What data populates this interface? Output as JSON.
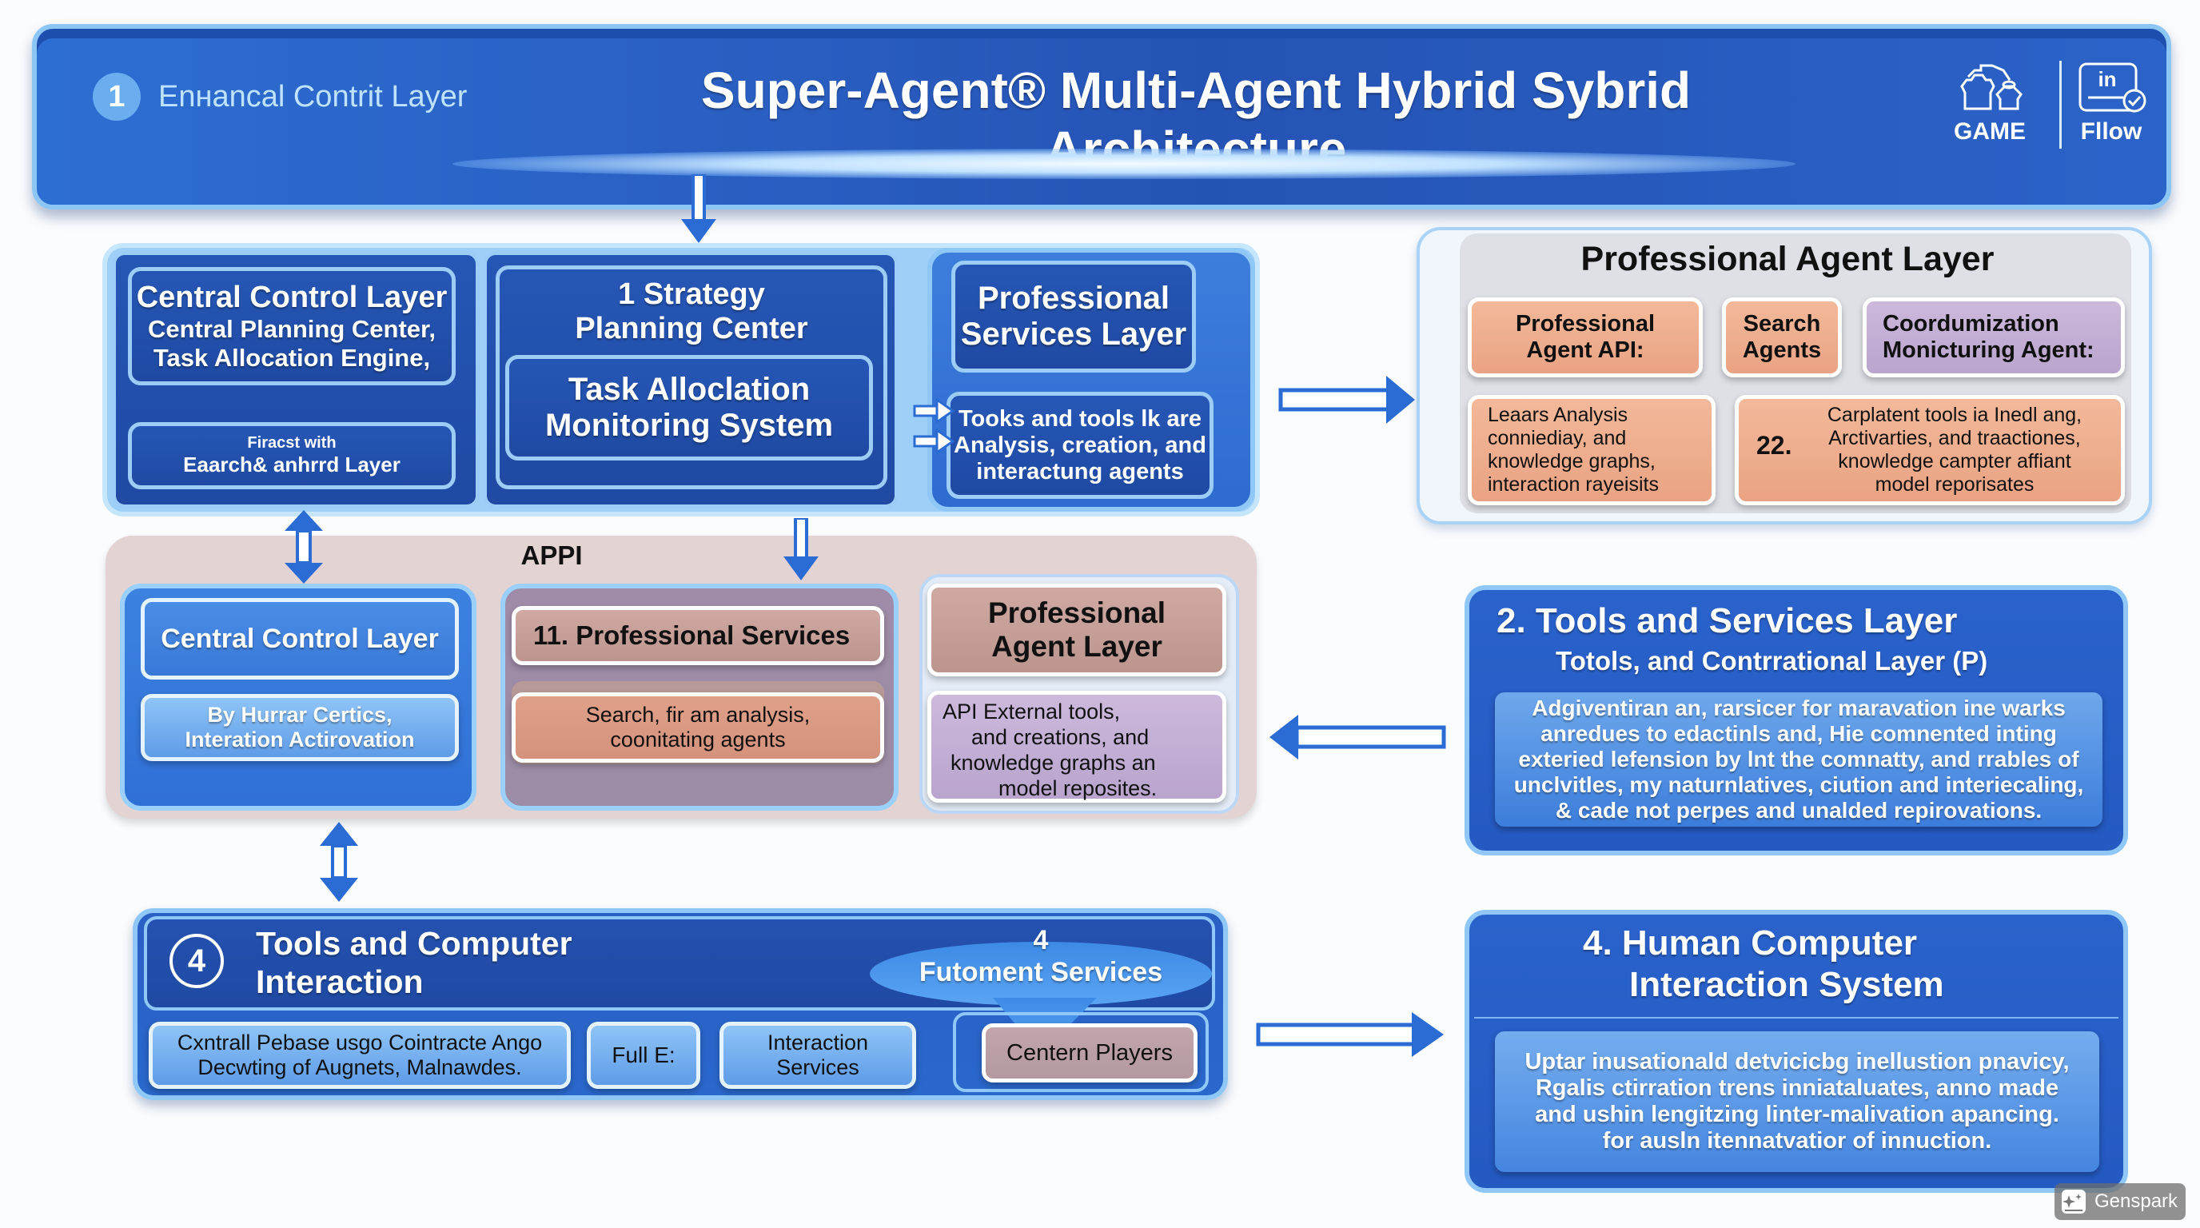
{
  "header": {
    "step_number": "1",
    "subtitle": "Enнancal Contrit Layer",
    "title": "Super-Agent® Multi-Agent Hybrid Sybrid Architecture",
    "icons": [
      {
        "name": "game-icon",
        "label": "GAME"
      },
      {
        "name": "linkedin-flow-icon",
        "glyph": "in",
        "label": "Fllow"
      }
    ]
  },
  "top_group": {
    "central_control": {
      "title": "Central Control Layer",
      "lines": [
        "Central Planning Center,",
        "Task Allocation Engine,"
      ],
      "sub_box": {
        "line1": "Firacst with",
        "line2": "Eaarch& anhrrd Layer"
      }
    },
    "strategy": {
      "title_line1": "1 Strategy",
      "title_line2": "Planning Center",
      "inner": {
        "line1": "Task Alloclation",
        "line2": "Monitoring System"
      }
    },
    "professional_services": {
      "title_line1": "Professional",
      "title_line2": "Services Layer",
      "detail": [
        "Tooks and tools lk are",
        "Analysis, creation, and",
        "interactung agents"
      ]
    }
  },
  "professional_agent_layer": {
    "title": "Professional Agent Layer",
    "cells": [
      {
        "line1": "Professional",
        "line2": "Agent API:"
      },
      {
        "line1": "Search",
        "line2": "Agents"
      },
      {
        "line1": "Coordumization",
        "line2": "Monicturing Agent:"
      }
    ],
    "detail_left": [
      "Leaars Analysis",
      "conniediay, and",
      "knowledge graphs,",
      "interaction rayeisits"
    ],
    "detail_right_number": "22.",
    "detail_right": [
      "Carplatent tools ia Inedl ang,",
      "Arctivarties, and traactiones,",
      "knowledge campter affiant",
      "model reporisates"
    ]
  },
  "api_group": {
    "label": "APPI",
    "central_control": {
      "title": "Central Control Layer",
      "sub_line1": "By Hurrar Certics,",
      "sub_line2": "Interation Actirovation"
    },
    "professional_services": {
      "title": "11.  Professional Services",
      "detail_line1": "Search, fir am analysis,",
      "detail_line2": "coonitating agents"
    },
    "professional_agent": {
      "title_line1": "Professional",
      "title_line2": "Agent Layer",
      "detail": [
        "API External tools,",
        "and creations, and",
        "knowledge graphs an",
        "model reposites."
      ]
    }
  },
  "tools_services_layer": {
    "title": "2.  Tools and Services Layer",
    "subtitle": "Totols, and Contrrational Layer (P)",
    "body": [
      "Adgiventiran an, rarsicer for maravation ine warks",
      "anredues to edactinls and, Hie comnented inting",
      "exteried lefension by lnt the comnatty, and rrables of",
      "unclvitles, my naturnlatives, ciution and interiecaling,",
      "& cade not perpes and unalded repirovations."
    ]
  },
  "tools_computer": {
    "step_number": "4",
    "title_line1": "Tools and Computer",
    "title_line2": "Interaction",
    "callout_number": "4",
    "callout_label": "Futoment Services",
    "items": [
      {
        "line1": "Cxntrall Pebase usgo Cointracte Ango",
        "line2": "Decwting of Augnets, Malnawdes."
      },
      {
        "line1": "Full E:",
        "line2": ""
      },
      {
        "line1": "Interaction",
        "line2": "Services"
      },
      {
        "line1": "Centern Players",
        "line2": ""
      }
    ]
  },
  "hci_system": {
    "title_line1": "4.  Human Computer",
    "title_line2": "Interaction System",
    "body": [
      "Uptar inusationald detvicicbg inellustion pnavicy,",
      "Rgalis ctirration trens inniataluates, anno made",
      "and ushin lengitzing linter-malivation apancing.",
      "for ausln itennatvatior of innuction."
    ]
  },
  "watermark": {
    "icon": "sparkle-icon",
    "label": "Genspark"
  },
  "colors": {
    "navy": "#1f4aa3",
    "blue": "#2e6bd0",
    "light_border": "#8fc8f6",
    "peach": "#eeab8b",
    "lavender": "#c2aed5",
    "mauve": "#c49f98",
    "api_band": "#e3d3d3"
  }
}
